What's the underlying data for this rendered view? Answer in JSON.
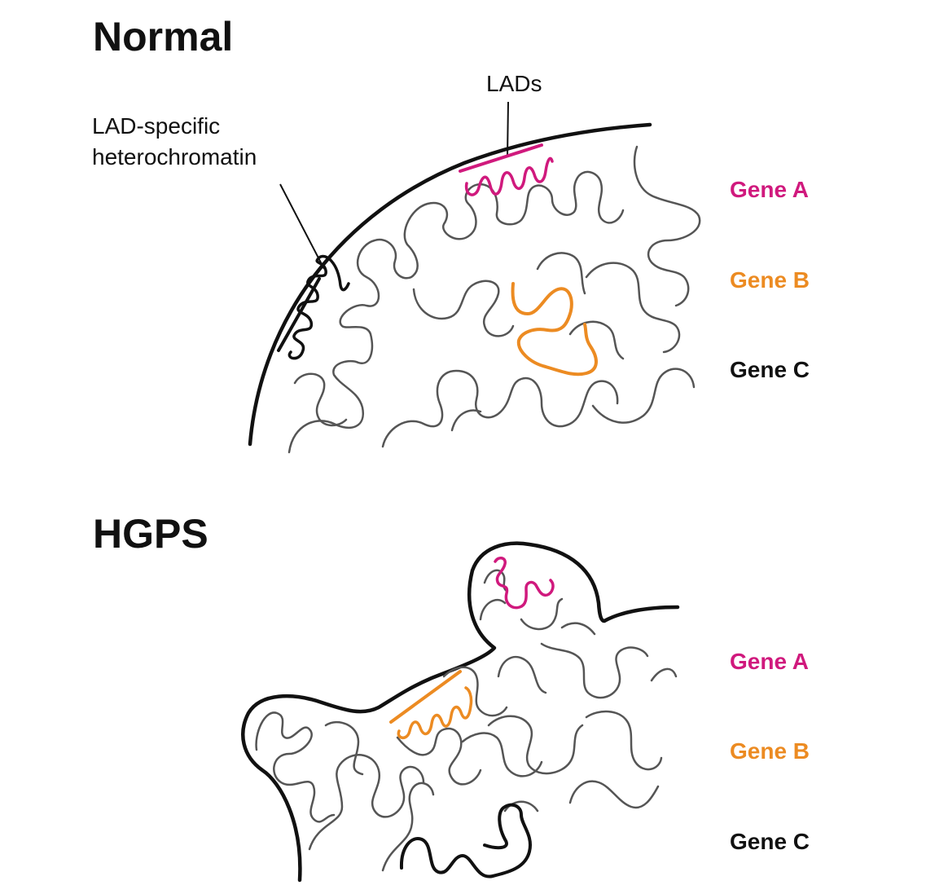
{
  "colors": {
    "gene_a": "#d0197d",
    "gene_b": "#ec8b22",
    "gene_c": "#111111",
    "chromatin": "#555555",
    "envelope": "#111111"
  },
  "normal": {
    "title": "Normal",
    "annotation_lads": "LADs",
    "annotation_heterochromatin_line1": "LAD-specific",
    "annotation_heterochromatin_line2": "heterochromatin",
    "genes": [
      "Gene A",
      "Gene B",
      "Gene C"
    ]
  },
  "hgps": {
    "title": "HGPS",
    "genes": [
      "Gene A",
      "Gene B",
      "Gene C"
    ]
  }
}
